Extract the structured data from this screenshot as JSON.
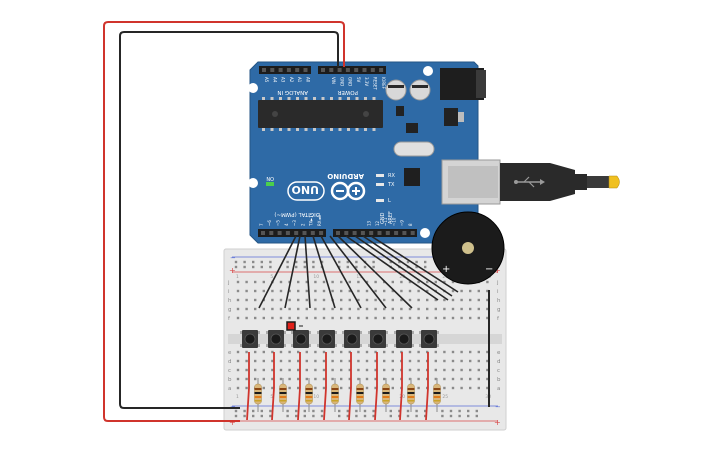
{
  "arduino": {
    "brand": "ARDUINO",
    "model": "UNO",
    "on_label": "ON",
    "analog_in_label": "ANALOG IN",
    "power_label": "POWER",
    "digital_label": "DIGITAL (PWM~)",
    "tx_label": "TX",
    "rx_label": "RX",
    "l_label": "L",
    "aref_label": "AREF",
    "gnd_label": "GND",
    "analog_pins": [
      "A5",
      "A4",
      "A3",
      "A2",
      "A1",
      "A0"
    ],
    "power_pins": [
      "VIN",
      "GND",
      "GND",
      "5V",
      "3.3V",
      "RESET",
      "IOREF"
    ],
    "digital_pins": [
      "RX◄0",
      "TX►1",
      "2",
      "~3",
      "4",
      "~5",
      "~6",
      "7",
      "8",
      "~9",
      "~10",
      "~11",
      "12",
      "13"
    ],
    "board_color": "#2e6aa6"
  },
  "buzzer": {
    "plus_label": "+",
    "minus_label": "−"
  },
  "breadboard": {
    "plus_label": "+",
    "minus_label": "−",
    "row_letters_top": [
      "j",
      "i",
      "h",
      "g",
      "f"
    ],
    "row_letters_bottom": [
      "e",
      "d",
      "c",
      "b",
      "a"
    ],
    "column_numbers": [
      "1",
      "5",
      "10",
      "15",
      "20",
      "25",
      "30"
    ]
  },
  "colors": {
    "wire_red": "#d0342c",
    "wire_black": "#262626",
    "led_red": "#e0201a"
  },
  "components": {
    "pushbutton_count": 8,
    "resistor_count": 8
  }
}
